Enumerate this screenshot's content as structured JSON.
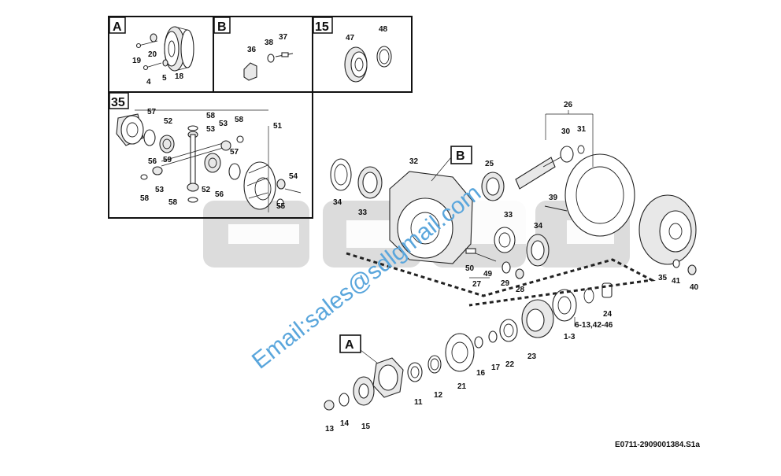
{
  "diagram": {
    "reference_code": "E0711-2909001384.S1a",
    "watermark_brand": "SDLG",
    "watermark_email": "Email:sales@sdlgmail.com",
    "colors": {
      "line": "#222222",
      "watermark_gray": "#d9d9d9",
      "watermark_email": "#5aa6dc",
      "background": "#ffffff"
    },
    "detail_boxes": [
      {
        "label": "A",
        "parts": [
          "19",
          "20",
          "4",
          "5",
          "18"
        ]
      },
      {
        "label": "B",
        "parts": [
          "36",
          "38",
          "37"
        ]
      },
      {
        "label": "15",
        "parts": [
          "47",
          "48"
        ]
      },
      {
        "label": "35",
        "parts": [
          "57",
          "52",
          "58",
          "53",
          "51",
          "56",
          "59",
          "54",
          "55"
        ]
      }
    ],
    "main_labels": {
      "b_callout": "B",
      "a_callout": "A",
      "n26": "26",
      "n30": "30",
      "n31": "31",
      "n25": "25",
      "n32": "32",
      "n34a": "34",
      "n33a": "33",
      "n39": "39",
      "n33b": "33",
      "n34b": "34",
      "n35": "35",
      "n41": "41",
      "n40": "40",
      "n50": "50",
      "n49": "49",
      "n29": "29",
      "n28": "28",
      "n27": "27",
      "n24": "24",
      "n6_13": "6-13,42-46",
      "n1_3": "1-3",
      "n23": "23",
      "n22": "22",
      "n17": "17",
      "n16": "16",
      "n21": "21",
      "n12": "12",
      "n11": "11",
      "n15": "15",
      "n14": "14",
      "n13": "13"
    },
    "box_labels": {
      "A": {
        "title": "A",
        "n19": "19",
        "n20": "20",
        "n4": "4",
        "n5": "5",
        "n18": "18"
      },
      "B": {
        "title": "B",
        "n36": "36",
        "n38": "38",
        "n37": "37"
      },
      "D15": {
        "title": "15",
        "n47": "47",
        "n48": "48"
      },
      "D35": {
        "title": "35",
        "n57a": "57",
        "n52a": "52",
        "n58a": "58",
        "n53a": "53",
        "n53b": "53",
        "n58b": "58",
        "n51": "51",
        "n56a": "56",
        "n59": "59",
        "n57b": "57",
        "n54": "54",
        "n58c": "58",
        "n53c": "53",
        "n52b": "52",
        "n56b": "56",
        "n58d": "58",
        "n55": "55"
      }
    }
  }
}
